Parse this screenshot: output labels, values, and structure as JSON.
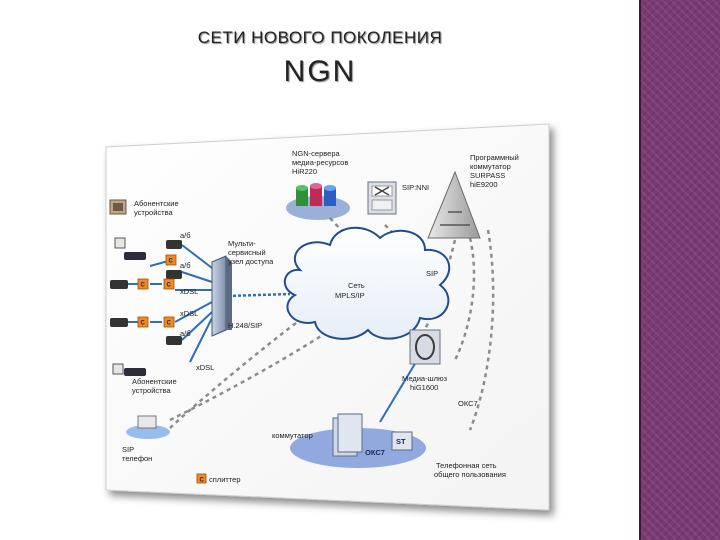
{
  "slide": {
    "title_line1": "СЕТИ НОВОГО ПОКОЛЕНИЯ",
    "title_line2": "NGN"
  },
  "colors": {
    "accent_band": "#7a3a74",
    "line_blue": "#2e6fb5",
    "dashed_gray": "#8c8c8c",
    "cloud_stroke": "#1f4e8c",
    "orange_node": "#f08a24"
  },
  "diagram": {
    "ngn_servers_label": [
      "NGN-сервера",
      "медиа-ресурсов",
      "HiR220"
    ],
    "softswitch_label": [
      "Программный",
      "коммутатор",
      "SURPASS",
      "hiE9200"
    ],
    "sip_nni_label": "SIP:NNI",
    "subscriber_devices_top": [
      "Абонентские",
      "устройства"
    ],
    "subscriber_devices_bottom": [
      "Абонентские",
      "устройства"
    ],
    "access_node_label": [
      "Мульти-",
      "сервисный",
      "узел доступа"
    ],
    "cloud_label": [
      "Сеть",
      "MPLS/IP"
    ],
    "sip_label": "SIP",
    "media_gateway_label": [
      "Медиа-шлюз",
      "hiG1600"
    ],
    "okc7_label": "ОКС7",
    "switch_label": "коммутатор",
    "pstn_okc7_label": "ОКС7",
    "st_label": "ST",
    "pstn_label": [
      "Телефонная сеть",
      "общего пользования"
    ],
    "sip_phone_label": [
      "SIP",
      "телефон"
    ],
    "h248_label": "H.248/SIP",
    "ab_label_1": "a/б",
    "ab_label_2": "a/б",
    "ab_label_3": "a/б",
    "xdsl_1": "xDSL",
    "xdsl_2": "xDSL",
    "xdsl_3": "xDSL",
    "splitter_label": "сплиттер",
    "splitter_mark": "C"
  }
}
